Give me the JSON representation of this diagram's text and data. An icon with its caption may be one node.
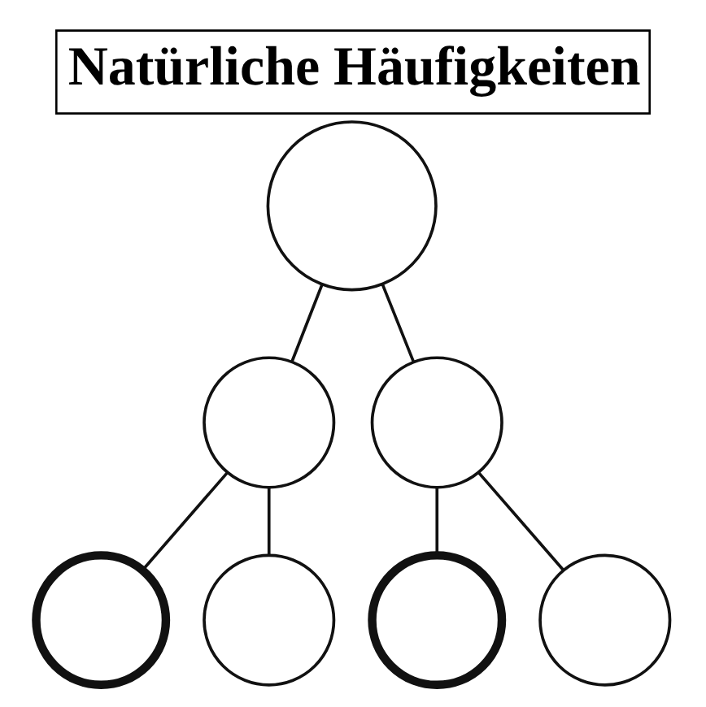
{
  "diagram": {
    "title": "Natürliche Häufigkeiten",
    "nodes": [
      {
        "text": [],
        "shape": "circle"
      },
      {
        "text": [],
        "shape": "circle"
      },
      {
        "text": [],
        "shape": "circle"
      },
      {
        "text": [],
        "shape": "circle"
      },
      {
        "text": [],
        "shape": "circle"
      },
      {
        "text": [],
        "shape": "circle"
      },
      {
        "text": [],
        "shape": "circle"
      }
    ],
    "edges": [
      {
        "from": 0,
        "to": 1,
        "arrow": "none"
      },
      {
        "from": 0,
        "to": 2,
        "arrow": "none"
      },
      {
        "from": 1,
        "to": 3,
        "arrow": "none"
      },
      {
        "from": 1,
        "to": 4,
        "arrow": "none"
      },
      {
        "from": 2,
        "to": 5,
        "arrow": "none"
      },
      {
        "from": 2,
        "to": 6,
        "arrow": "none"
      }
    ]
  }
}
